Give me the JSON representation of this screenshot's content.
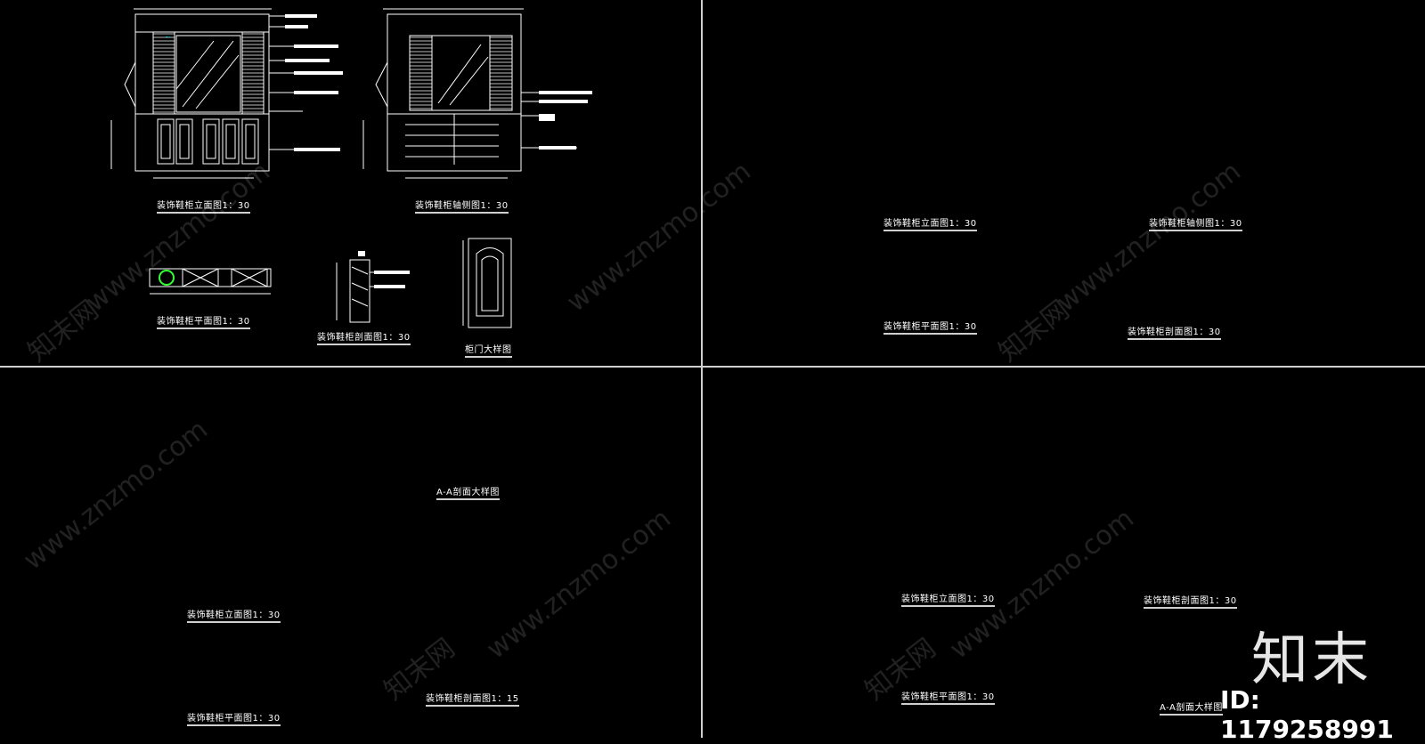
{
  "panels": {
    "top_left": {
      "elevation_label": "装饰鞋柜立面图1：30",
      "axonometric_label": "装饰鞋柜轴侧图1：30",
      "plan_label": "装饰鞋柜平面图1：30",
      "section_label": "装饰鞋柜剖面图1：30",
      "door_detail_label": "柜门大样图"
    },
    "top_right": {
      "elevation_label": "装饰鞋柜立面图1：30",
      "axonometric_label": "装饰鞋柜轴侧图1：30",
      "plan_label": "装饰鞋柜平面图1：30",
      "section_label": "装饰鞋柜剖面图1：30"
    },
    "bottom_left": {
      "elevation_label": "装饰鞋柜立面图1：30",
      "detail_label": "A-A剖面大样图",
      "plan_label": "装饰鞋柜平面图1：30",
      "section_label": "装饰鞋柜剖面图1：15"
    },
    "bottom_right": {
      "elevation_label": "装饰鞋柜立面图1：30",
      "section_label": "装饰鞋柜剖面图1：30",
      "plan_label": "装饰鞋柜平面图1：30",
      "detail_label": "A-A剖面大样图"
    }
  },
  "watermark": {
    "url_text": "www.znzmo.com",
    "brand_text": "知末网",
    "logo_text": "知末",
    "id_text": "ID: 1179258991"
  },
  "colors": {
    "background": "#000000",
    "line": "#ffffff",
    "plant": "#00e5ff",
    "accent_green": "#33ff33",
    "accent_yellow": "#ffff00",
    "accent_red": "#ff2020"
  }
}
